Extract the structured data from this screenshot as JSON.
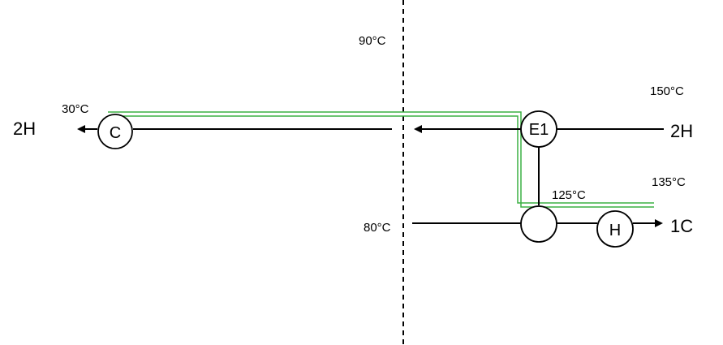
{
  "temperatures": {
    "pinch_hot": "90°C",
    "pinch_cold": "80°C",
    "hot_inlet": "150°C",
    "cold_target": "135°C",
    "intermediate": "125°C",
    "hot_outlet": "30°C"
  },
  "streams": {
    "hot_left": "2H",
    "hot_right": "2H",
    "cold_right": "1C"
  },
  "units": {
    "cooler": "C",
    "exchanger": "E1",
    "heater": "H"
  },
  "colors": {
    "stream_line": "#000000",
    "match_line": "#3cb043"
  }
}
